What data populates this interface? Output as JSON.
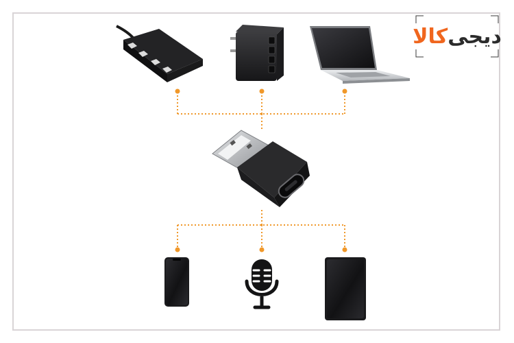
{
  "logo": {
    "text_main": "دیجی",
    "text_accent": "کالا"
  },
  "colors": {
    "connector": "#f0982a",
    "device_dark": "#1e1e20",
    "device_mid": "#3a3a3c",
    "metal": "#c9cbce",
    "logo_accent": "#f0661e",
    "frame": "#d9d4d6"
  },
  "illustration": {
    "source_devices": [
      "usb-hub",
      "wall-charger",
      "laptop"
    ],
    "adapter": "usb-a-to-usb-c-adapter",
    "target_devices": [
      "smartphone",
      "microphone",
      "tablet"
    ]
  }
}
